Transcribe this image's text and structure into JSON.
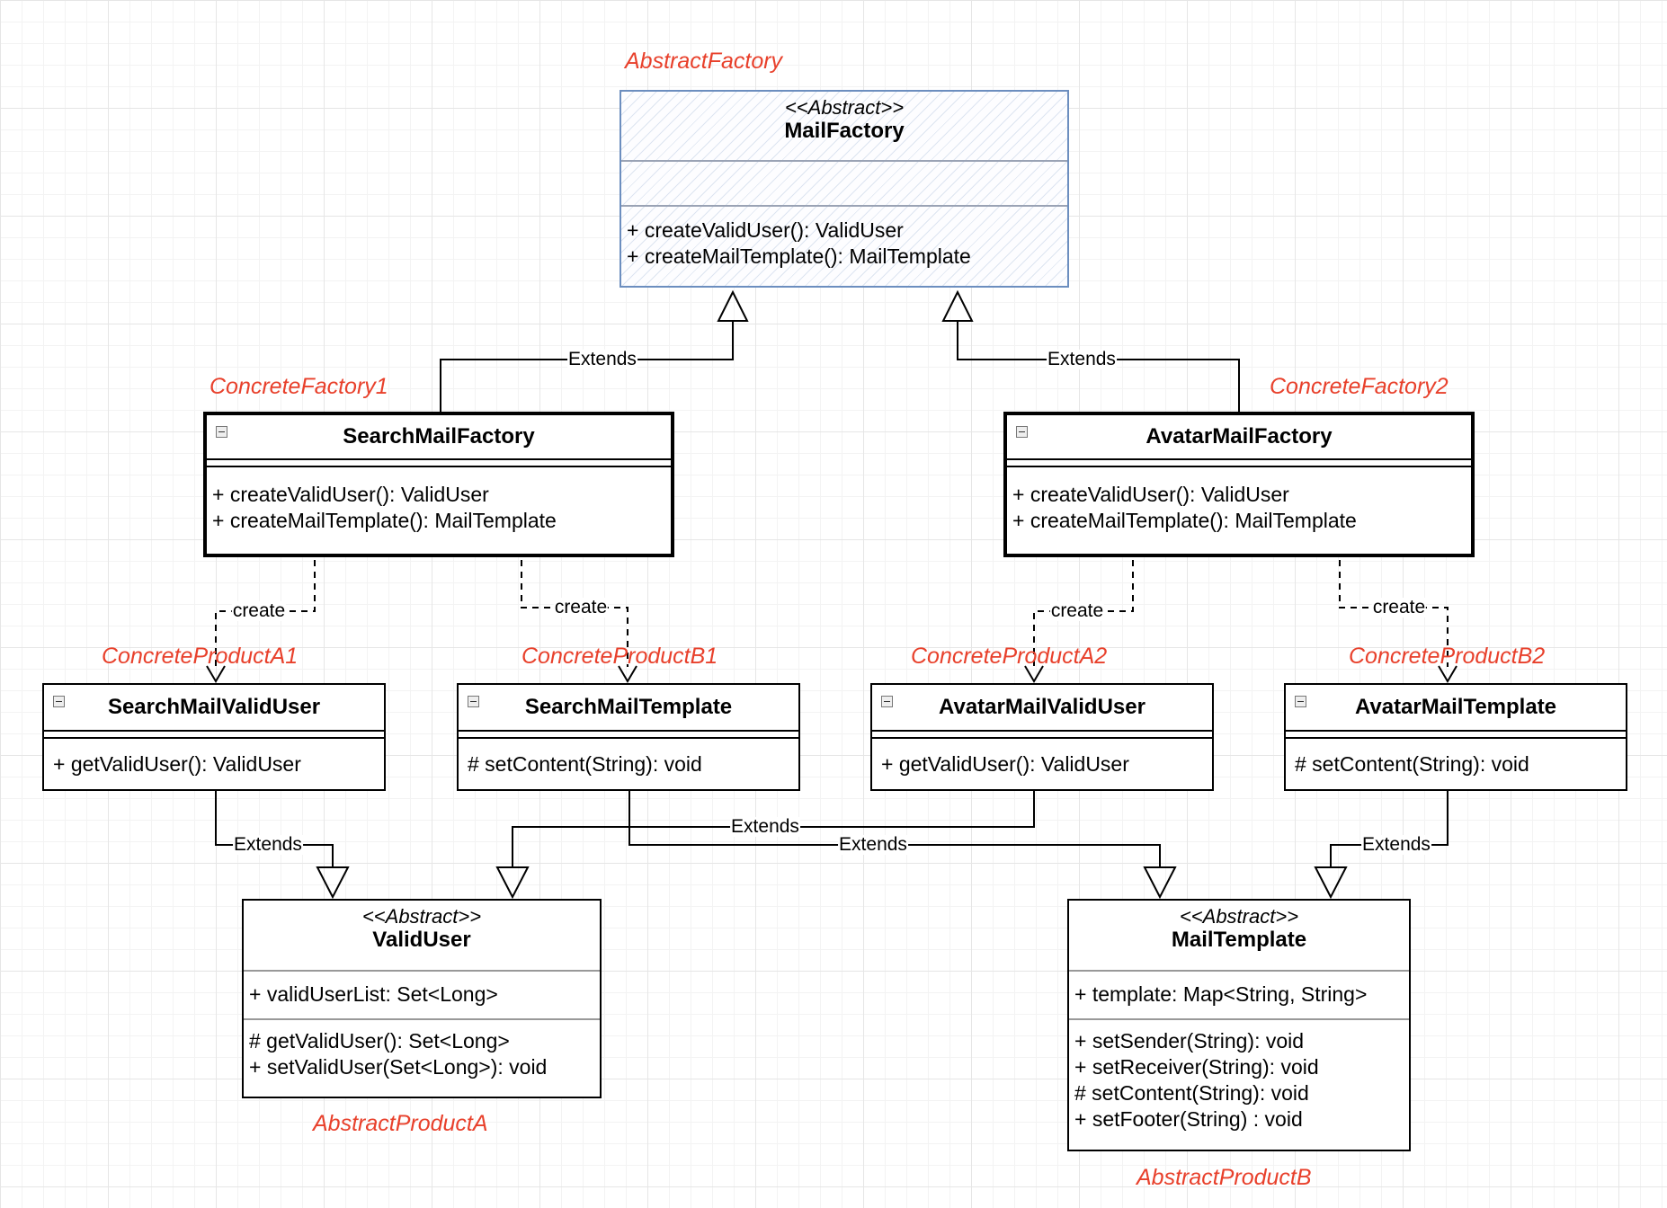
{
  "tags": {
    "abstract_factory": "AbstractFactory",
    "concrete_factory_1": "ConcreteFactory1",
    "concrete_factory_2": "ConcreteFactory2",
    "concrete_product_a1": "ConcreteProductA1",
    "concrete_product_b1": "ConcreteProductB1",
    "concrete_product_a2": "ConcreteProductA2",
    "concrete_product_b2": "ConcreteProductB2",
    "abstract_product_a": "AbstractProductA",
    "abstract_product_b": "AbstractProductB"
  },
  "classes": {
    "mail_factory": {
      "stereotype": "<<Abstract>>",
      "name": "MailFactory",
      "methods": [
        "+ createValidUser(): ValidUser",
        "+ createMailTemplate(): MailTemplate"
      ]
    },
    "search_mail_factory": {
      "name": "SearchMailFactory",
      "methods": [
        "+ createValidUser(): ValidUser",
        "+ createMailTemplate(): MailTemplate"
      ]
    },
    "avatar_mail_factory": {
      "name": "AvatarMailFactory",
      "methods": [
        "+ createValidUser(): ValidUser",
        "+ createMailTemplate(): MailTemplate"
      ]
    },
    "search_mail_valid_user": {
      "name": "SearchMailValidUser",
      "methods": [
        "+ getValidUser(): ValidUser"
      ]
    },
    "search_mail_template": {
      "name": "SearchMailTemplate",
      "methods": [
        "# setContent(String): void"
      ]
    },
    "avatar_mail_valid_user": {
      "name": "AvatarMailValidUser",
      "methods": [
        "+ getValidUser(): ValidUser"
      ]
    },
    "avatar_mail_template": {
      "name": "AvatarMailTemplate",
      "methods": [
        "# setContent(String): void"
      ]
    },
    "valid_user": {
      "stereotype": "<<Abstract>>",
      "name": "ValidUser",
      "fields": [
        "+ validUserList: Set<Long>"
      ],
      "methods": [
        "# getValidUser(): Set<Long>",
        "+ setValidUser(Set<Long>): void"
      ]
    },
    "mail_template": {
      "stereotype": "<<Abstract>>",
      "name": "MailTemplate",
      "fields": [
        "+ template: Map<String, String>"
      ],
      "methods": [
        "+ setSender(String): void",
        "+ setReceiver(String): void",
        "# setContent(String): void",
        "+ setFooter(String) : void"
      ]
    }
  },
  "edge_labels": {
    "extends": "Extends",
    "create": "create"
  }
}
